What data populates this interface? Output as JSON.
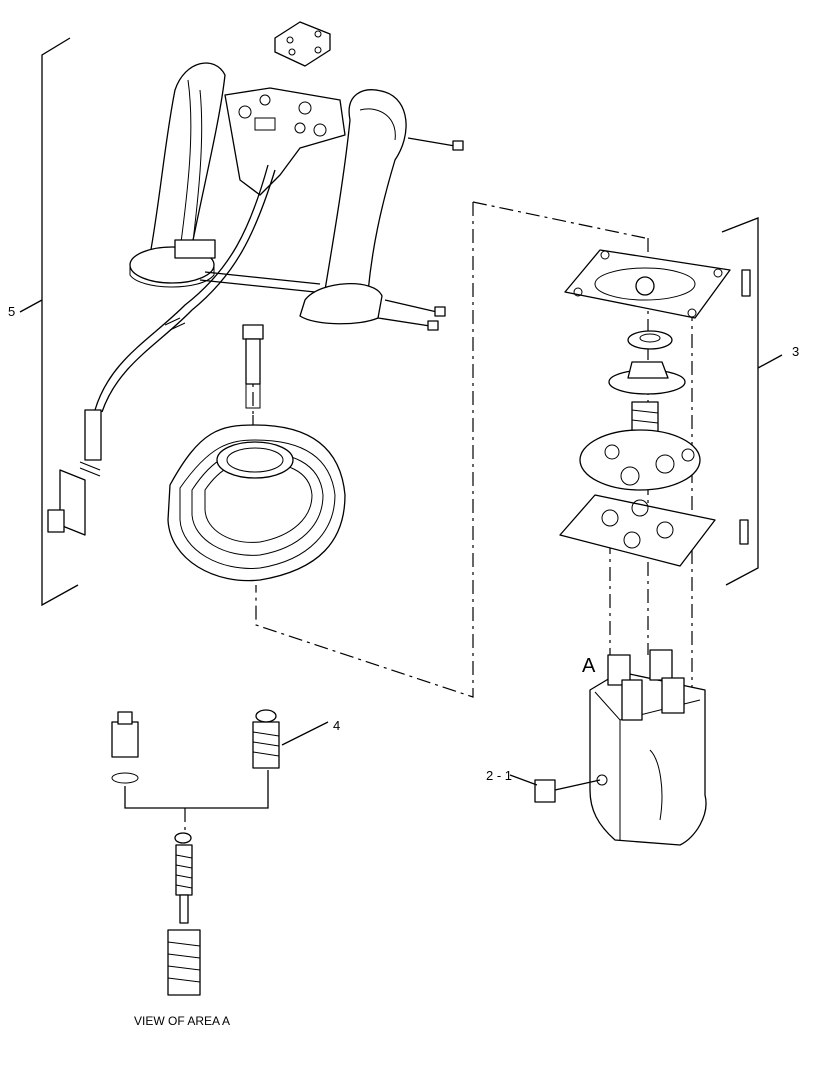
{
  "callouts": {
    "c5": "5",
    "c3": "3",
    "c4": "4",
    "c2_1": "2 - 1",
    "area": "A"
  },
  "caption": "VIEW OF AREA A"
}
